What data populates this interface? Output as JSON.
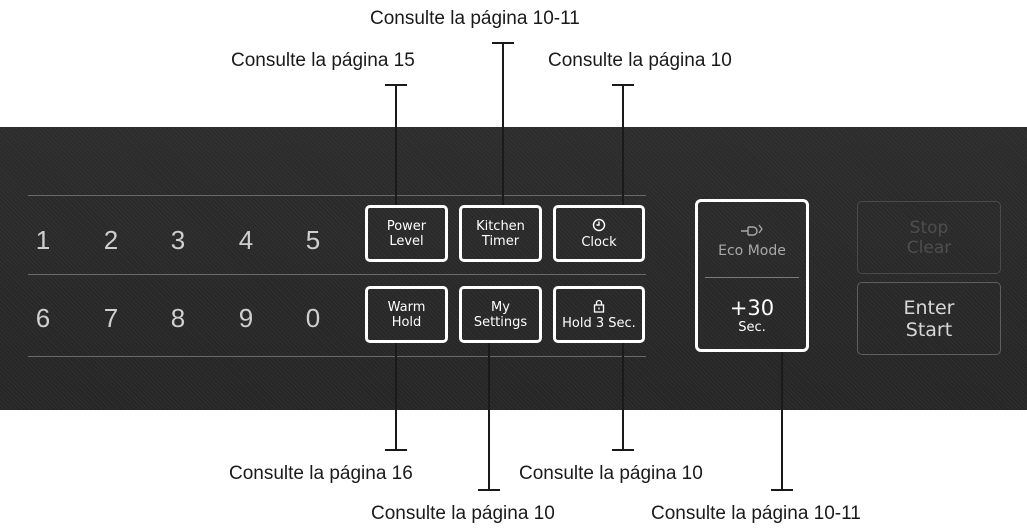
{
  "callouts": {
    "kitchen_timer": "Consulte la página 10-11",
    "power_level": "Consulte la página 15",
    "clock": "Consulte la página 10",
    "warm_hold": "Consulte la página 16",
    "hold_3_sec": "Consulte la página 10",
    "my_settings": "Consulte la página 10",
    "plus_30_sec": "Consulte la página 10-11"
  },
  "digits_row1": [
    "1",
    "2",
    "3",
    "4",
    "5"
  ],
  "digits_row2": [
    "6",
    "7",
    "8",
    "9",
    "0"
  ],
  "keys": {
    "power_level": {
      "line1": "Power",
      "line2": "Level"
    },
    "kitchen_timer": {
      "line1": "Kitchen",
      "line2": "Timer"
    },
    "clock": {
      "label": "Clock",
      "icon": "clock-icon"
    },
    "warm_hold": {
      "line1": "Warm",
      "line2": "Hold"
    },
    "my_settings": {
      "line1": "My",
      "line2": "Settings"
    },
    "hold_3_sec": {
      "label": "Hold 3 Sec.",
      "icon": "lock-icon"
    },
    "eco_mode": {
      "label": "Eco Mode",
      "icon": "eco-plug-icon"
    },
    "plus_30": {
      "line1": "+30",
      "line2": "Sec."
    },
    "stop_clear": {
      "line1": "Stop",
      "line2": "Clear"
    },
    "enter_start": {
      "line1": "Enter",
      "line2": "Start"
    }
  },
  "colors": {
    "panel": "#2a2a2a",
    "key_border": "#ffffff",
    "text": "#1a1a1a"
  }
}
